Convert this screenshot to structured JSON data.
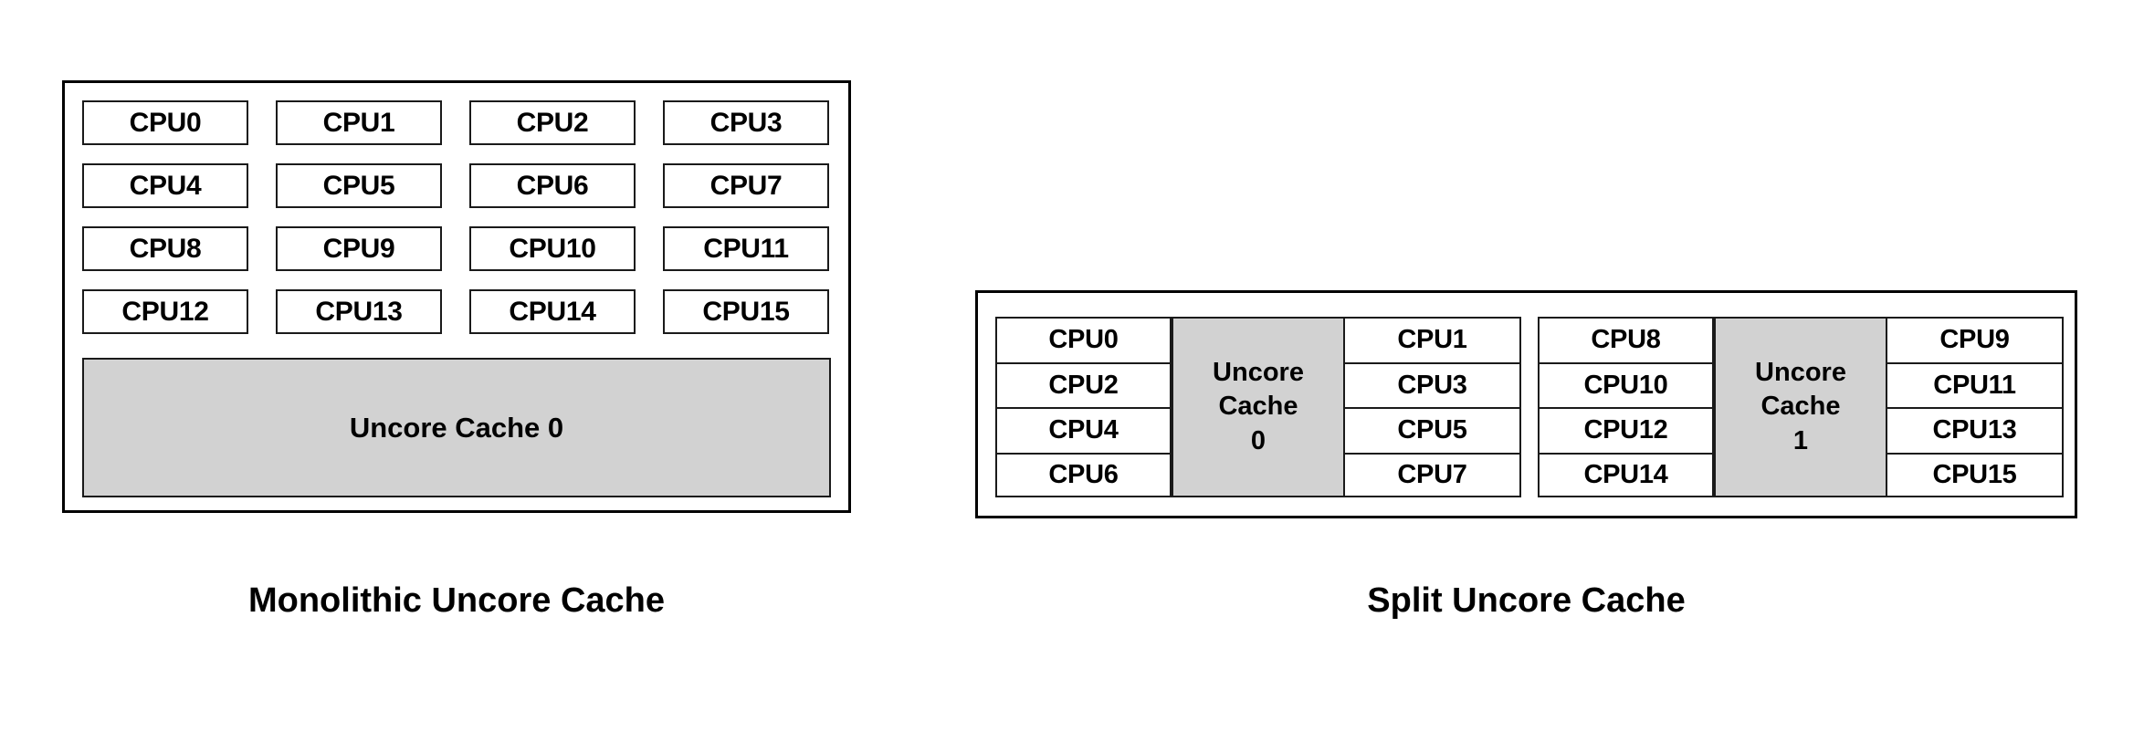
{
  "diagram": {
    "title_implied": "Uncore cache topology comparison",
    "colors": {
      "cache_fill": "#d2d2d2",
      "box_fill": "#ffffff",
      "stroke": "#1a1a1a",
      "outer_stroke": "#000000",
      "text": "#000000",
      "background": "#ffffff"
    }
  },
  "monolithic": {
    "caption": "Monolithic Uncore Cache",
    "cpus": [
      "CPU0",
      "CPU1",
      "CPU2",
      "CPU3",
      "CPU4",
      "CPU5",
      "CPU6",
      "CPU7",
      "CPU8",
      "CPU9",
      "CPU10",
      "CPU11",
      "CPU12",
      "CPU13",
      "CPU14",
      "CPU15"
    ],
    "cache_label": "Uncore Cache 0"
  },
  "split": {
    "caption": "Split Uncore Cache",
    "groups": [
      {
        "left_cpus": [
          "CPU0",
          "CPU2",
          "CPU4",
          "CPU6"
        ],
        "cache_lines": [
          "Uncore",
          "Cache",
          "0"
        ],
        "right_cpus": [
          "CPU1",
          "CPU3",
          "CPU5",
          "CPU7"
        ]
      },
      {
        "left_cpus": [
          "CPU8",
          "CPU10",
          "CPU12",
          "CPU14"
        ],
        "cache_lines": [
          "Uncore",
          "Cache",
          "1"
        ],
        "right_cpus": [
          "CPU9",
          "CPU11",
          "CPU13",
          "CPU15"
        ]
      }
    ]
  }
}
